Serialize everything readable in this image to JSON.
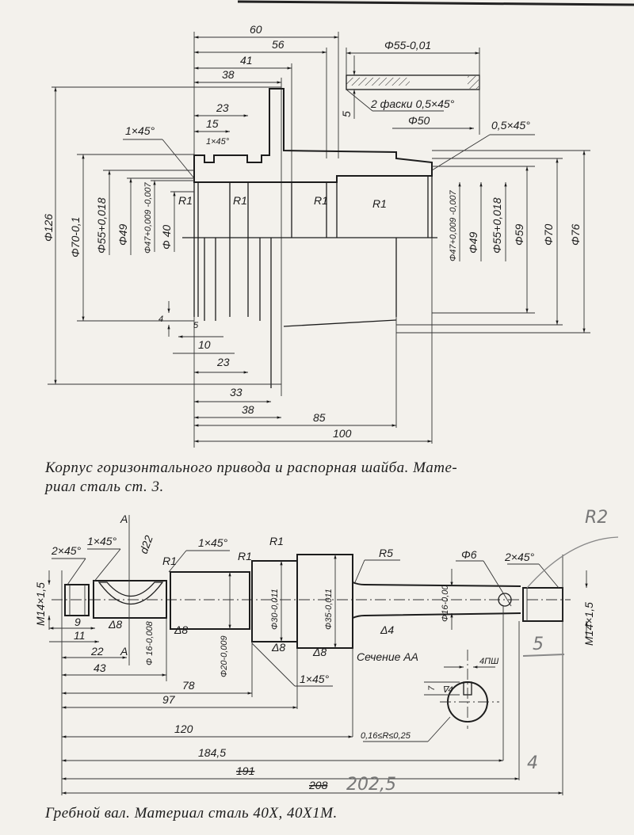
{
  "housing": {
    "dims": {
      "d60": "60",
      "d56": "56",
      "d41": "41",
      "d38": "38",
      "d23": "23",
      "d15": "15",
      "ch1": "1×45°",
      "ch2": "1×45°",
      "ch3": "0,5×45°",
      "dia126": "Φ126",
      "dia70": "Φ70-0,1",
      "dia55": "Φ55+0,018",
      "dia49": "Φ49",
      "dia47": "Φ47+0,009 -0,007",
      "dia40": "Φ 40",
      "r1a": "R1",
      "r1b": "R1",
      "r1c": "R1",
      "r1d": "R1",
      "rdia47": "Φ47+0,009 -0,007",
      "rdia49": "Φ49",
      "rdia55": "Φ55+0,018",
      "rdia59": "Φ59",
      "rdia70": "Φ70",
      "rdia76": "Φ76",
      "b4": "4",
      "b5": "5",
      "b10": "10",
      "b23": "23",
      "b33": "33",
      "b38": "38",
      "b85": "85",
      "b100": "100"
    },
    "washer": {
      "dia55": "Φ55-0,01",
      "thk": "5",
      "chamfer": "2 фаски 0,5×45°",
      "dia50": "Φ50"
    },
    "caption_line1": "Корпус горизонтального привода и распорная шайба. Мате-",
    "caption_line2": "риал сталь ст. 3."
  },
  "shaft": {
    "dims": {
      "ch2a": "2×45°",
      "ch1a": "1×45°",
      "secA_top": "A",
      "d22": "d22",
      "r1a": "R1",
      "ch1b": "1×45°",
      "r1b": "R1",
      "r1c": "R1",
      "r5": "R5",
      "dia6": "Φ6",
      "ch2b": "2×45°",
      "m14l": "M14×1,5",
      "m14r": "M14×1,5",
      "d9": "9",
      "d11": "11",
      "d22l": "22",
      "secA_bot": "A",
      "d43": "43",
      "rough8a": "Δ8",
      "rough8b": "Δ8",
      "rough8c": "Δ8",
      "rough8d": "Δ8",
      "rough4": "Δ4",
      "dia16a": "Φ 16-0,008",
      "dia20": "Φ20-0,009",
      "dia30": "Φ30-0,011",
      "dia35": "Φ35-0,011",
      "dia16b": "Φ16-0,00",
      "ch1c": "1×45°",
      "section": "Сечение АА",
      "key": "4ПШ",
      "k7": "7",
      "rough4b": "∇4",
      "radius": "0,16≤R≤0,25",
      "d78": "78",
      "d97": "97",
      "d120": "120",
      "d184": "184,5",
      "d191": "191",
      "d208": "208"
    },
    "handwritten": {
      "r2": "R2",
      "five": "5",
      "four": "4",
      "total": "202,5"
    },
    "caption": "Гребной вал. Материал сталь 40Х, 40Х1М."
  }
}
